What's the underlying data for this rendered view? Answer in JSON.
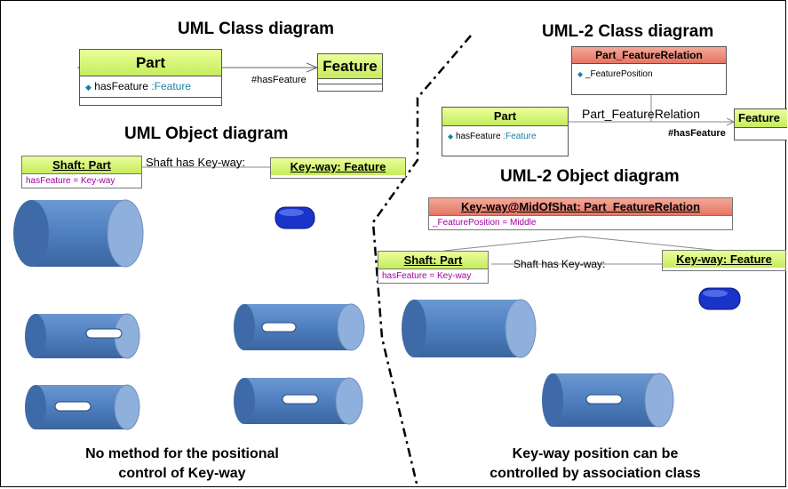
{
  "left": {
    "class_title": "UML Class diagram",
    "object_title": "UML Object diagram",
    "part_class": {
      "name": "Part",
      "attr_name": "hasFeature",
      "attr_type": ":Feature"
    },
    "feature_class": {
      "name": "Feature"
    },
    "assoc_label": "#hasFeature",
    "shaft_obj": {
      "name": "Shaft: Part",
      "slot": "hasFeature = Key-way"
    },
    "keyway_obj": {
      "name": "Key-way: Feature"
    },
    "link_label": "Shaft has Key-way:",
    "caption_line1": "No method for the positional",
    "caption_line2": "control of Key-way"
  },
  "right": {
    "class_title": "UML-2 Class diagram",
    "object_title": "UML-2 Object diagram",
    "relation_class": {
      "name": "Part_FeatureRelation",
      "attr": "_FeaturePosition"
    },
    "part_class": {
      "name": "Part",
      "attr_name": "hasFeature",
      "attr_type": ":Feature"
    },
    "feature_class": {
      "name": "Feature"
    },
    "assoc_name": "Part_FeatureRelation",
    "assoc_role": "#hasFeature",
    "relation_obj": {
      "name": "Key-way@MidOfShat: Part_FeatureRelation",
      "slot": "_FeaturePosition = Middle"
    },
    "shaft_obj": {
      "name": "Shaft: Part",
      "slot": "hasFeature = Key-way"
    },
    "keyway_obj": {
      "name": "Key-way: Feature"
    },
    "link_label": "Shaft has Key-way:",
    "caption_line1": "Key-way position can be",
    "caption_line2": "controlled by association class"
  },
  "colors": {
    "cylinder_body": "#4f7fbf",
    "cylinder_cap": "#8fb0dc",
    "keyway": "#1a33c8",
    "header_green": "#c6ec5c",
    "header_red": "#e57563"
  }
}
